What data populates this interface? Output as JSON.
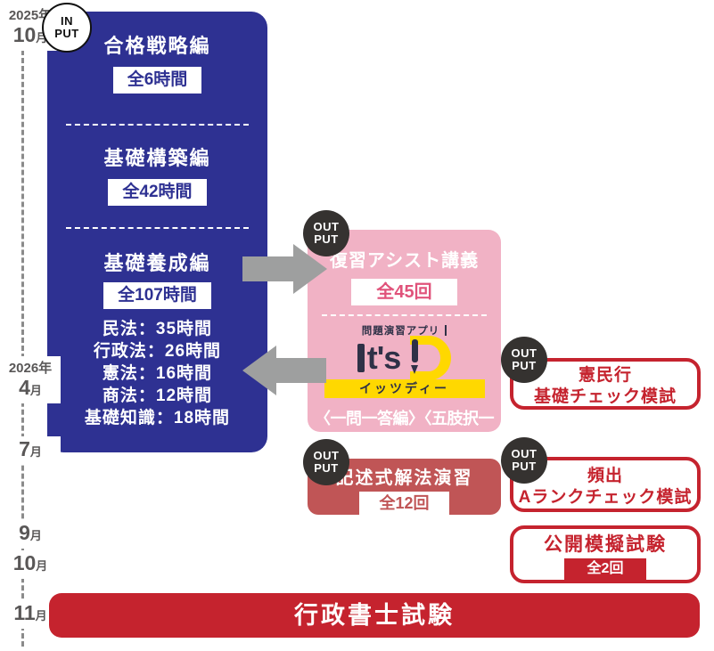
{
  "colors": {
    "blue": "#2e3192",
    "pink": "#f1b2c5",
    "pink_accent": "#e0527a",
    "dusty_red": "#c05556",
    "red": "#c5232e",
    "arrow_gray": "#9e9f9f",
    "label_gray": "#595757",
    "logo_navy": "#2f3147",
    "logo_yellow": "#ffd800"
  },
  "timeline": {
    "t2025": {
      "year": "2025年",
      "month": "10",
      "unit": "月"
    },
    "t2026": {
      "year": "2026年",
      "month": "4",
      "unit": "月"
    },
    "t7": {
      "month": "7",
      "unit": "月"
    },
    "t9": {
      "month": "9",
      "unit": "月"
    },
    "t10": {
      "month": "10",
      "unit": "月"
    },
    "t11": {
      "month": "11",
      "unit": "月"
    }
  },
  "badges": {
    "in": {
      "line1": "IN",
      "line2": "PUT"
    },
    "out": {
      "line1": "OUT",
      "line2": "PUT"
    }
  },
  "input_box": {
    "sections": [
      {
        "title": "合格戦略編",
        "hours": "全6時間"
      },
      {
        "title": "基礎構築編",
        "hours": "全42時間"
      },
      {
        "title": "基礎養成編",
        "hours": "全107時間"
      }
    ],
    "breakdown": [
      "民法：35時間",
      "行政法：26時間",
      "憲法：16時間",
      "商法：12時間",
      "基礎知識：18時間"
    ]
  },
  "review_box": {
    "title": "復習アシスト講義",
    "count": "全45回",
    "app_label": "問題演習アプリ",
    "app_name": "t's",
    "app_kana": "イッツディー",
    "editions": "〈一問一答編〉〈五肢択一編〉"
  },
  "written_box": {
    "title": "記述式解法演習",
    "count": "全12回"
  },
  "mock_box_1": {
    "line1": "憲民行",
    "line2": "基礎チェック模試"
  },
  "mock_box_2": {
    "line1": "頻出",
    "line2": "Aランクチェック模試"
  },
  "mock_box_3": {
    "title": "公開模擬試験",
    "count": "全2回"
  },
  "exam_bar": {
    "title": "行政書士試験"
  }
}
